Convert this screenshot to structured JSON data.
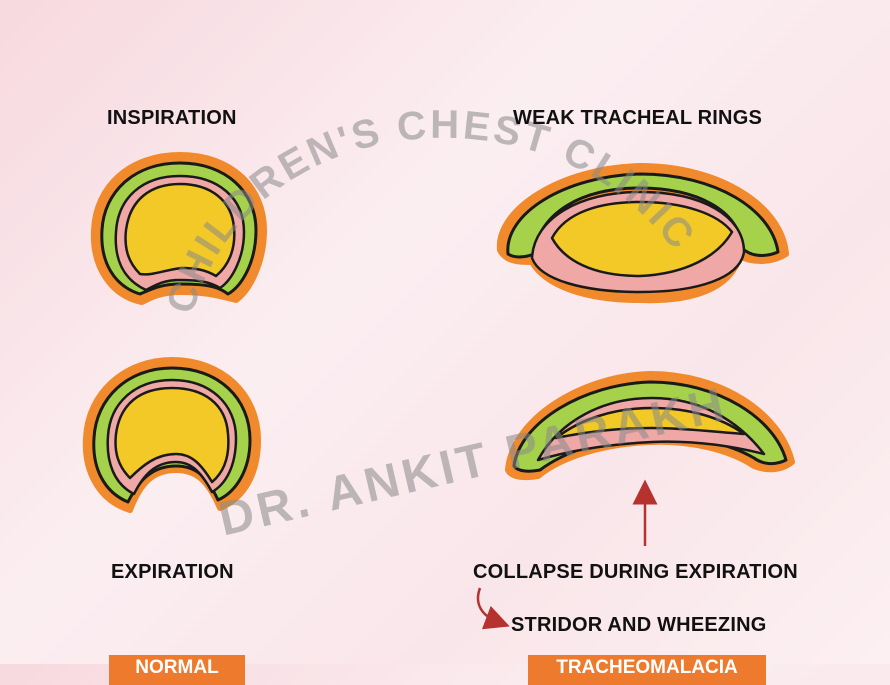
{
  "labels": {
    "inspiration": "INSPIRATION",
    "weak_rings": "WEAK TRACHEAL RINGS",
    "expiration": "EXPIRATION",
    "collapse": "COLLAPSE DURING EXPIRATION",
    "stridor": "STRIDOR AND WHEEZING"
  },
  "badges": {
    "normal": "NORMAL",
    "tracheomalacia": "TRACHEOMALACIA"
  },
  "watermark": {
    "clinic": "CHILDREN'S CHEST CLINIC",
    "doctor": "DR. ANKIT PARAKH"
  },
  "colors": {
    "cartilage": "#a5d24a",
    "mucosa": "#f0a8a6",
    "lumen": "#f2c927",
    "outline": "#1a1a1a",
    "adventitia": "#f08a2c",
    "arrow": "#b5322f",
    "badge": "#ee7a2e"
  }
}
